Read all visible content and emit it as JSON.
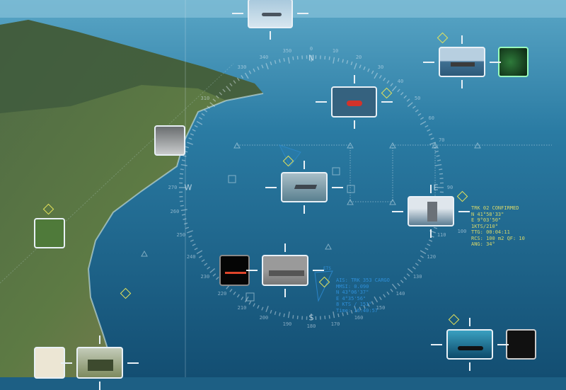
{
  "compass": {
    "cardinals": {
      "N": "N",
      "E": "E",
      "S": "S",
      "W": "W"
    },
    "degree_labels": [
      "0",
      "10",
      "20",
      "30",
      "40",
      "50",
      "60",
      "70",
      "90",
      "100",
      "110",
      "120",
      "130",
      "140",
      "150",
      "160",
      "170",
      "180",
      "190",
      "200",
      "210",
      "220",
      "230",
      "240",
      "250",
      "260",
      "270",
      "310",
      "330",
      "340",
      "350"
    ]
  },
  "contacts": {
    "frigate": {
      "info": [
        "TRK 02 CONFIRMED",
        "N 41°58'33\"",
        "E 9°03'50\"",
        "1KTS/210°",
        "TTG: 00:04:11",
        "RCS: 100 m2 QF: 10",
        "ANG: 34°"
      ]
    },
    "tanker": {
      "info": [
        "AIS: TRK 353 CARGO",
        "MMSI: 0.090",
        "N 43°06'37\"",
        "E 4°35'56\"",
        "8 KTS / 151°",
        "Time: 16:40:57"
      ],
      "sector_label": "ETS"
    }
  },
  "colors": {
    "hud": "#e8f0f6",
    "marker": "#e6e45a",
    "ais": "#2f8fd8"
  }
}
